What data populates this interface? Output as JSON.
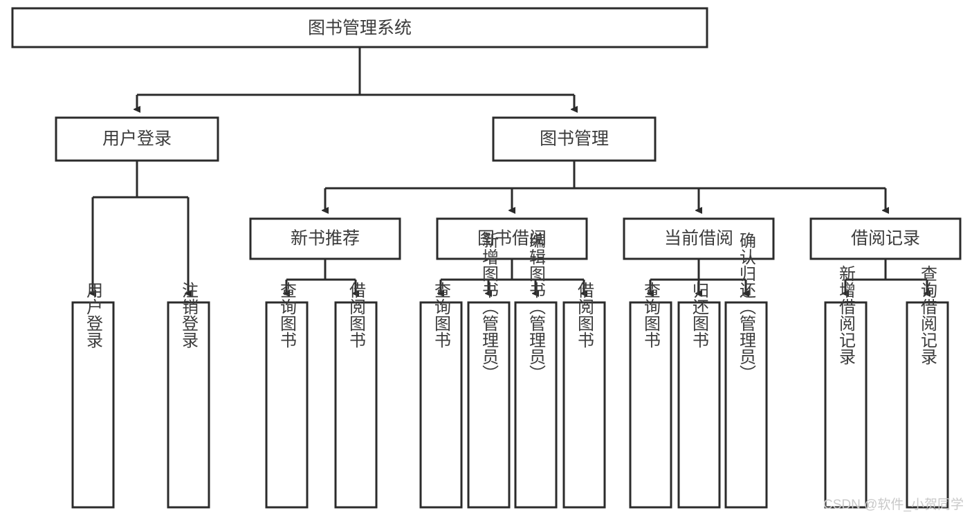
{
  "diagram": {
    "title": "图书管理系统",
    "type": "tree-hierarchy-chart",
    "root": {
      "label": "图书管理系统"
    },
    "level2": [
      {
        "label": "用户登录"
      },
      {
        "label": "图书管理"
      }
    ],
    "level3": [
      {
        "label": "新书推荐"
      },
      {
        "label": "图书借阅"
      },
      {
        "label": "当前借阅"
      },
      {
        "label": "借阅记录"
      }
    ],
    "leaves": {
      "user_login": [
        {
          "label": "用户登录"
        },
        {
          "label": "注销登录"
        }
      ],
      "new_book_recommend": [
        {
          "label": "查询图书"
        },
        {
          "label": "借阅图书"
        }
      ],
      "book_borrow": [
        {
          "label": "查询图书"
        },
        {
          "label": "新增图书（管理员）"
        },
        {
          "label": "编辑图书（管理员）"
        },
        {
          "label": "借阅图书"
        }
      ],
      "current_borrow": [
        {
          "label": "查询图书"
        },
        {
          "label": "归还图书"
        },
        {
          "label": "确认归还（管理员）"
        }
      ],
      "borrow_record": [
        {
          "label": "新增借阅记录"
        },
        {
          "label": "查询借阅记录"
        }
      ]
    }
  },
  "watermark": {
    "text": "CSDN @软件_小贺同学"
  },
  "colors": {
    "box_stroke": "#2b2b2b",
    "box_fill": "#ffffff",
    "text": "#3b3b3b",
    "background": "#ffffff",
    "watermark": "#c9c9c9"
  }
}
